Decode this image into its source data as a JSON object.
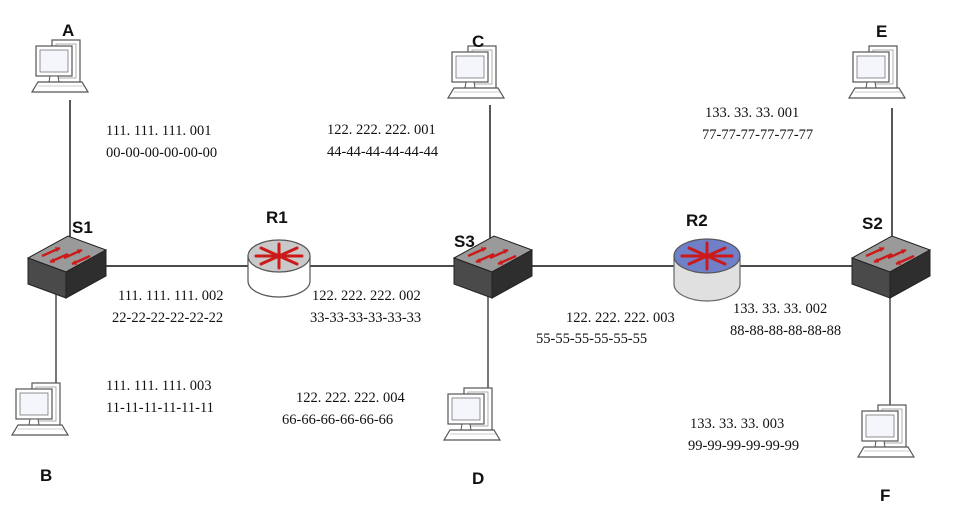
{
  "hosts": [
    {
      "id": "A",
      "label": "A"
    },
    {
      "id": "B",
      "label": "B"
    },
    {
      "id": "C",
      "label": "C"
    },
    {
      "id": "D",
      "label": "D"
    },
    {
      "id": "E",
      "label": "E"
    },
    {
      "id": "F",
      "label": "F"
    }
  ],
  "switches": [
    {
      "id": "S1",
      "label": "S1"
    },
    {
      "id": "S2",
      "label": "S2"
    },
    {
      "id": "S3",
      "label": "S3"
    }
  ],
  "routers": [
    {
      "id": "R1",
      "label": "R1"
    },
    {
      "id": "R2",
      "label": "R2"
    }
  ],
  "addresses": {
    "A": {
      "ip": "111. 111. 111. 001",
      "mac": "00-00-00-00-00-00"
    },
    "B": {
      "ip": "111. 111. 111. 003",
      "mac": "11-11-11-11-11-11"
    },
    "R1_left": {
      "ip": "111. 111. 111. 002",
      "mac": "22-22-22-22-22-22"
    },
    "R1_right": {
      "ip": "122. 222. 222. 002",
      "mac": "33-33-33-33-33-33"
    },
    "C": {
      "ip": "122. 222. 222. 001",
      "mac": "44-44-44-44-44-44"
    },
    "D": {
      "ip": "122. 222. 222. 004",
      "mac": "66-66-66-66-66-66"
    },
    "R2_left": {
      "ip": "122. 222. 222. 003",
      "mac": "55-55-55-55-55-55"
    },
    "R2_right": {
      "ip": "133. 33. 33. 002",
      "mac": "88-88-88-88-88-88"
    },
    "E": {
      "ip": "133. 33. 33. 001",
      "mac": "77-77-77-77-77-77"
    },
    "F": {
      "ip": "133. 33. 33. 003",
      "mac": "99-99-99-99-99-99"
    }
  },
  "colors": {
    "router_r1_top": "#c9c9c9",
    "router_r2_top": "#6f7fc8",
    "arrow_red": "#cc1a1a",
    "switch_top": "#9a9a9a",
    "switch_front": "#4a4a4a"
  }
}
